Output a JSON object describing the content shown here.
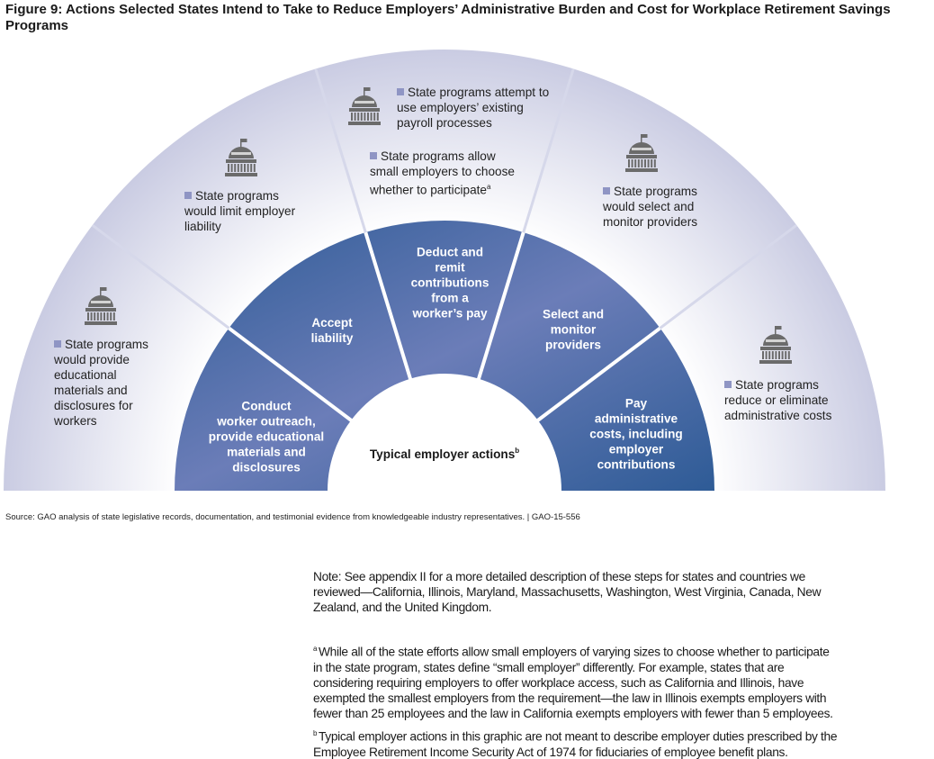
{
  "title": "Figure 9: Actions Selected States Intend to Take to Reduce Employers’ Administrative Burden and Cost for Workplace Retirement Savings Programs",
  "colors": {
    "band_dark": "#2e5b96",
    "band_light": "#7685bb",
    "outer_edge": "#c9cbe2",
    "bullet": "#8f95c4",
    "icon": "#6b6b6b"
  },
  "state_actions": [
    {
      "icon": "capitol-icon",
      "lines": [
        "State programs",
        "would provide",
        "educational",
        "materials and",
        "disclosures for",
        "workers"
      ]
    },
    {
      "icon": "capitol-icon",
      "lines": [
        "State programs",
        "would limit employer",
        "liability"
      ]
    },
    {
      "icon": "capitol-icon",
      "lines": [
        "State programs attempt to",
        "use employers’ existing",
        "payroll processes"
      ]
    },
    {
      "icon": null,
      "lines": [
        "State programs allow",
        "small employers to choose",
        "whether to participate"
      ],
      "footnote": "a"
    },
    {
      "icon": "capitol-icon",
      "lines": [
        "State programs",
        "would  select and",
        "monitor providers"
      ]
    },
    {
      "icon": "capitol-icon",
      "lines": [
        "State programs",
        "reduce or eliminate",
        "administrative costs"
      ]
    }
  ],
  "employer_actions": [
    {
      "lines": [
        "Conduct",
        "worker outreach,",
        "provide educational",
        "materials and",
        "disclosures"
      ]
    },
    {
      "lines": [
        "Accept",
        "liability"
      ]
    },
    {
      "lines": [
        "Deduct and",
        "remit",
        "contributions",
        "from a",
        "worker’s pay"
      ]
    },
    {
      "lines": [
        "Select and",
        "monitor",
        "providers"
      ]
    },
    {
      "lines": [
        "Pay",
        "administrative",
        "costs, including",
        "employer",
        "contributions"
      ]
    }
  ],
  "center_label": "Typical employer actions",
  "center_footnote": "b",
  "source": "Source: GAO analysis of state legislative records, documentation, and testimonial evidence from knowledgeable industry representatives.  |  GAO-15-556",
  "notes": [
    {
      "marker": "",
      "lines": [
        "Note: See appendix II for a more detailed description of these steps for states and countries we",
        "reviewed—California, Illinois, Maryland, Massachusetts, Washington, West Virginia, Canada, New",
        "Zealand, and the United Kingdom."
      ]
    },
    {
      "marker": "a",
      "lines": [
        "While all of the state efforts allow small employers of varying sizes to choose whether to participate",
        "in the state program, states define “small employer” differently. For example, states that are",
        "considering requiring employers to offer workplace access, such as California and Illinois, have",
        "exempted the smallest employers from the requirement—the law in Illinois exempts employers with",
        "fewer than 25 employees and the law in California exempts employers with fewer than 5 employees."
      ]
    },
    {
      "marker": "b",
      "lines": [
        "Typical employer actions in this graphic are not meant to describe employer duties prescribed by the",
        "Employee Retirement Income Security Act of 1974 for fiduciaries of employee benefit plans."
      ]
    }
  ]
}
